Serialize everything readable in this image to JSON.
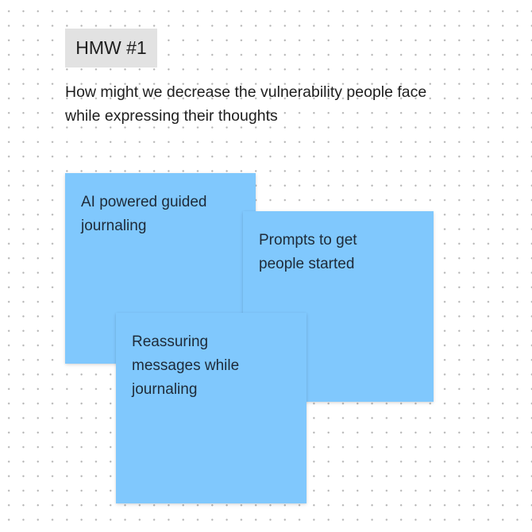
{
  "board": {
    "section_tag": "HMW #1",
    "prompt": "How might we decrease the vulnerability people face while expressing their thoughts",
    "notes": [
      {
        "text": "AI powered guided journaling",
        "color": "#80c8fd"
      },
      {
        "text": "Prompts to get people started",
        "color": "#80c8fd"
      },
      {
        "text": "Reassuring messages while journaling",
        "color": "#80c8fd"
      }
    ]
  },
  "theme": {
    "canvas_background": "#ffffff",
    "dot_color": "#b4b4b4",
    "tag_background": "#e2e2e2",
    "sticky_color": "#80c8fd"
  }
}
